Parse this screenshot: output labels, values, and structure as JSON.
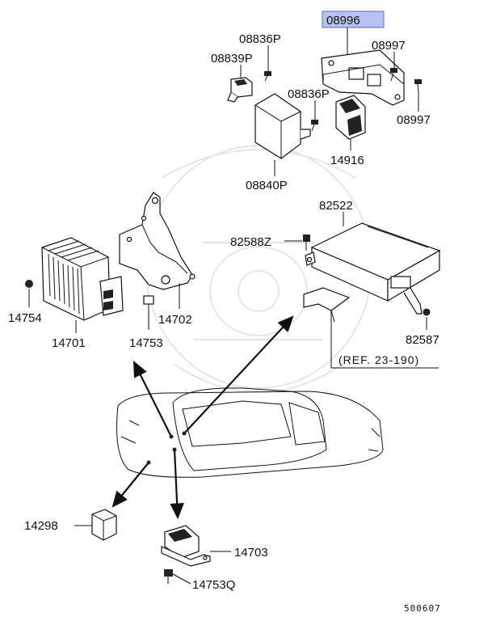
{
  "diagram": {
    "highlight_color": "#b8c2f0",
    "labels": {
      "p08996": "08996",
      "p08836P_top": "08836P",
      "p08839P": "08839P",
      "p08997_top": "08997",
      "p08836P_mid": "08836P",
      "p08997_bot": "08997",
      "p14916": "14916",
      "p08840P": "08840P",
      "p82522": "82522",
      "p82588Z": "82588Z",
      "p14754": "14754",
      "p14701": "14701",
      "p14753": "14753",
      "p14702": "14702",
      "p82587": "82587",
      "ref": "(REF. 23-190)",
      "p14298": "14298",
      "p14703": "14703",
      "p14753Q": "14753Q",
      "diagram_code": "500607"
    }
  }
}
